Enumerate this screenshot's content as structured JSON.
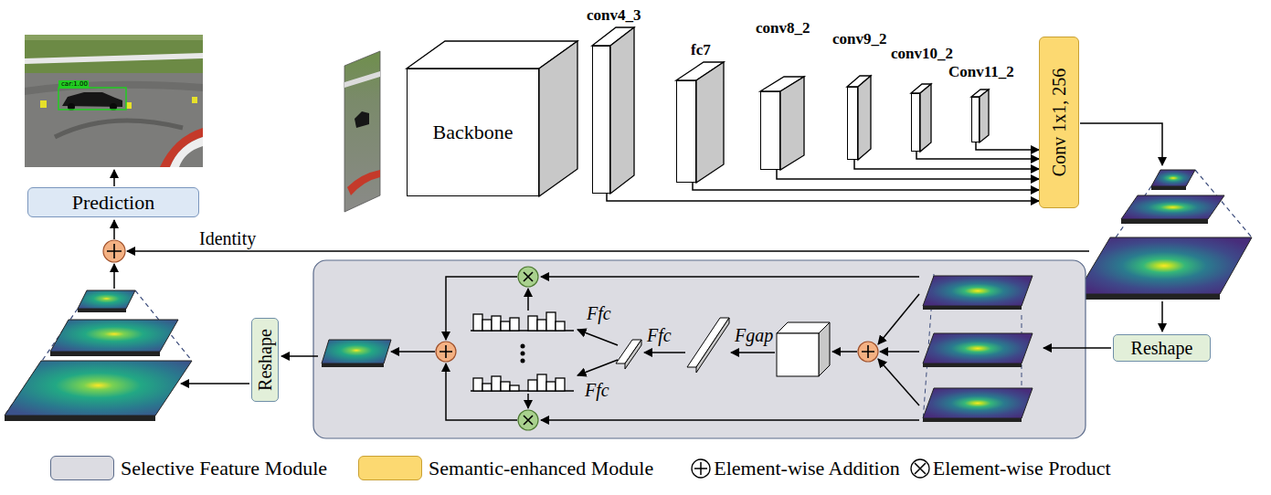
{
  "diagram": {
    "nodes": [
      {
        "text": [
          "Prediction"
        ]
      },
      {
        "text": [
          "Backbone"
        ]
      },
      {
        "text": [
          "conv4_3"
        ]
      },
      {
        "text": [
          "fc7"
        ]
      },
      {
        "text": [
          "conv8_2"
        ]
      },
      {
        "text": [
          "conv9_2"
        ]
      },
      {
        "text": [
          "conv10_2"
        ]
      },
      {
        "text": [
          "Conv11_2"
        ]
      },
      {
        "text": [
          "Conv 1x1, 256"
        ]
      },
      {
        "text": [
          "Reshape"
        ]
      },
      {
        "text": [
          "Reshape"
        ]
      }
    ],
    "edges": [
      {
        "from": 2,
        "to": 8,
        "arrow": "to"
      },
      {
        "from": 3,
        "to": 8,
        "arrow": "to"
      },
      {
        "from": 4,
        "to": 8,
        "arrow": "to"
      },
      {
        "from": 5,
        "to": 8,
        "arrow": "to"
      },
      {
        "from": 6,
        "to": 8,
        "arrow": "to"
      },
      {
        "from": 7,
        "to": 8,
        "arrow": "to"
      }
    ],
    "labels": [
      "car:1.00",
      "Identity",
      "Fgap",
      "Ffc",
      "Ffc",
      "Ffc"
    ],
    "legend": [
      {
        "text": "Selective Feature Module",
        "color": "#dcdce2"
      },
      {
        "text": "Semantic-enhanced Module",
        "color": "#fcd971"
      },
      {
        "text": "Element-wise Addition"
      },
      {
        "text": "Element-wise Product"
      }
    ]
  }
}
